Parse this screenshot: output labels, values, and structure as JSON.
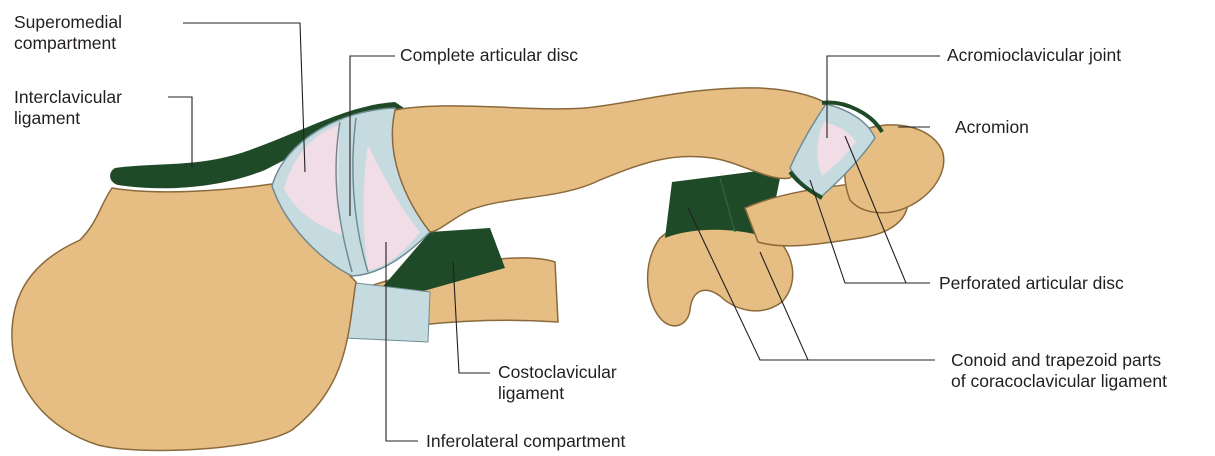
{
  "labels": {
    "superomedial_compartment": {
      "line1": "Superomedial",
      "line2": "compartment"
    },
    "interclavicular_ligament": {
      "line1": "Interclavicular",
      "line2": "ligament"
    },
    "complete_articular_disc": {
      "text": "Complete articular disc"
    },
    "acromioclavicular_joint": {
      "text": "Acromioclavicular joint"
    },
    "acromion": {
      "text": "Acromion"
    },
    "perforated_articular_disc": {
      "text": "Perforated articular disc"
    },
    "costoclavicular_ligament": {
      "line1": "Costoclavicular",
      "line2": "ligament"
    },
    "conoid_trapezoid": {
      "line1": "Conoid and trapezoid parts",
      "line2": "of coracoclavicular ligament"
    },
    "inferolateral_compartment": {
      "text": "Inferolateral compartment"
    }
  },
  "colors": {
    "bone": "#e6bd82",
    "bone_outline": "#8a6a3c",
    "ligament": "#1f4a28",
    "cartilage": "#c5dbe0",
    "synovial": "#f1dde6",
    "leader_line": "#231f20"
  }
}
